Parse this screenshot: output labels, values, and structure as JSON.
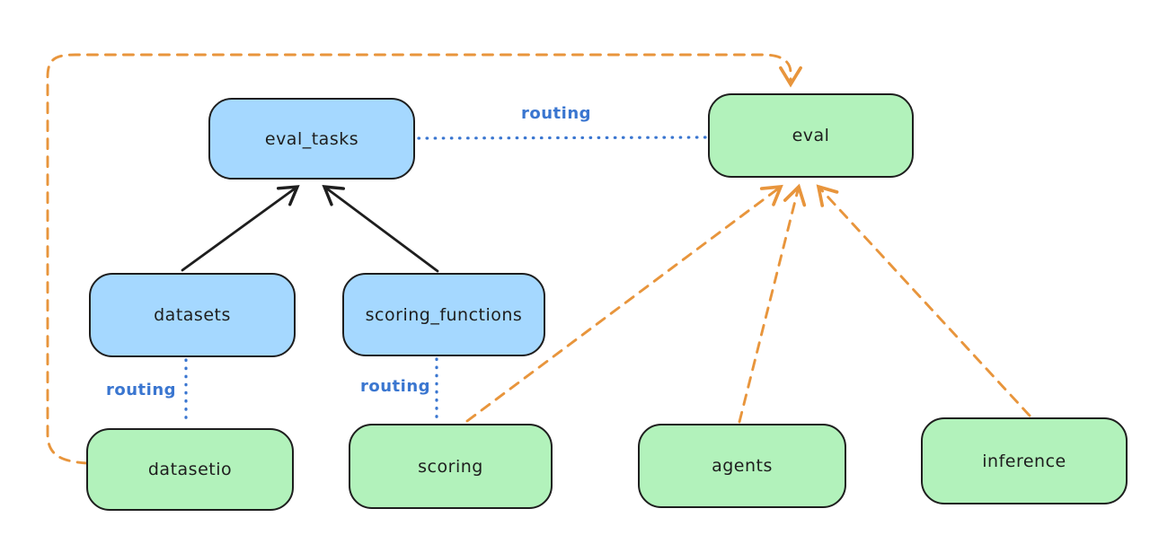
{
  "colors": {
    "background": "#ffffff",
    "node_stroke": "#1e1e1e",
    "blue_node_fill": "#a5d8ff",
    "green_node_fill": "#b2f2bb",
    "orange_dashed_edge": "#e8953c",
    "routing_blue": "#3a76d0",
    "solid_arrow_black": "#1e1e1e"
  },
  "diagram": {
    "nodes": [
      {
        "id": "eval_tasks",
        "label": "eval_tasks",
        "fill": "blue"
      },
      {
        "id": "eval",
        "label": "eval",
        "fill": "green"
      },
      {
        "id": "datasets",
        "label": "datasets",
        "fill": "blue"
      },
      {
        "id": "scoring_functions",
        "label": "scoring_functions",
        "fill": "blue"
      },
      {
        "id": "datasetio",
        "label": "datasetio",
        "fill": "green"
      },
      {
        "id": "scoring",
        "label": "scoring",
        "fill": "green"
      },
      {
        "id": "agents",
        "label": "agents",
        "fill": "green"
      },
      {
        "id": "inference",
        "label": "inference",
        "fill": "green"
      }
    ],
    "edges": [
      {
        "from": "datasets",
        "to": "eval_tasks",
        "style": "solid-black-arrow"
      },
      {
        "from": "scoring_functions",
        "to": "eval_tasks",
        "style": "solid-black-arrow"
      },
      {
        "from": "eval_tasks",
        "to": "eval",
        "style": "dotted-blue",
        "label": "routing"
      },
      {
        "from": "datasets",
        "to": "datasetio",
        "style": "dotted-blue",
        "label": "routing"
      },
      {
        "from": "scoring_functions",
        "to": "scoring",
        "style": "dotted-blue",
        "label": "routing"
      },
      {
        "from": "datasetio",
        "to": "eval",
        "style": "dashed-orange-arrow"
      },
      {
        "from": "scoring",
        "to": "eval",
        "style": "dashed-orange-arrow"
      },
      {
        "from": "agents",
        "to": "eval",
        "style": "dashed-orange-arrow"
      },
      {
        "from": "inference",
        "to": "eval",
        "style": "dashed-orange-arrow"
      }
    ]
  }
}
